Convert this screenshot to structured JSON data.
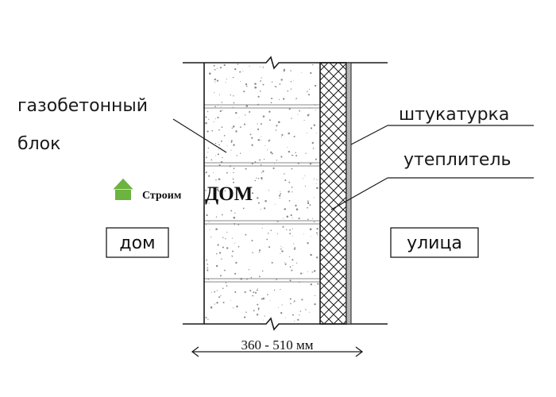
{
  "labels": {
    "gas_block_line1": "газобетонный",
    "gas_block_line2": "блок",
    "plaster": "штукатурка",
    "insulation": "утеплитель",
    "inside": "дом",
    "outside": "улица",
    "dimension": "360 - 510 мм"
  },
  "watermark": {
    "small": "Строим",
    "big": "ДОМ",
    "icon": "house-icon",
    "color": "#6cb33f"
  },
  "colors": {
    "line": "#1a1a1a",
    "plaster": "#b5b5b5",
    "speckle": "#8a8a8a"
  }
}
